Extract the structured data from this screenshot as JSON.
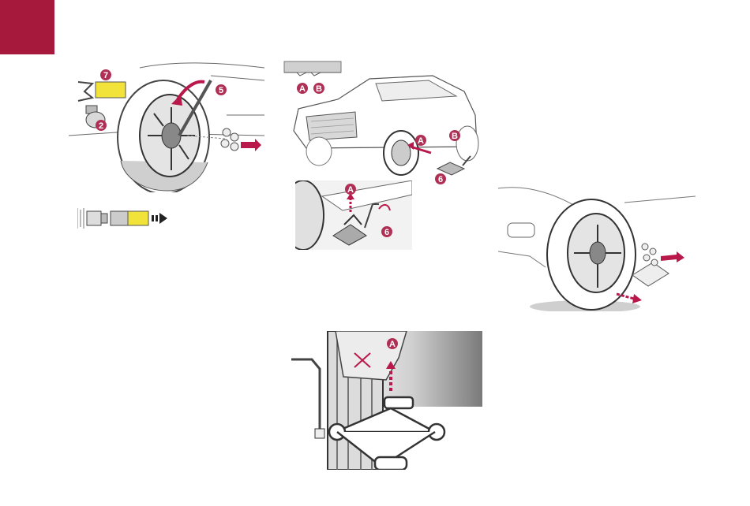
{
  "colors": {
    "tab_marker": "#a6193c",
    "badge": "#b03055",
    "arrow": "#b8184a",
    "highlight": "#f2e33a",
    "line": "#5a5a5a"
  },
  "badges": {
    "tool_socket": "7",
    "antitheft_adapter": "2",
    "wheel_brace": "5",
    "jack": "6",
    "lift_point_front": "A",
    "lift_point_rear": "B"
  }
}
